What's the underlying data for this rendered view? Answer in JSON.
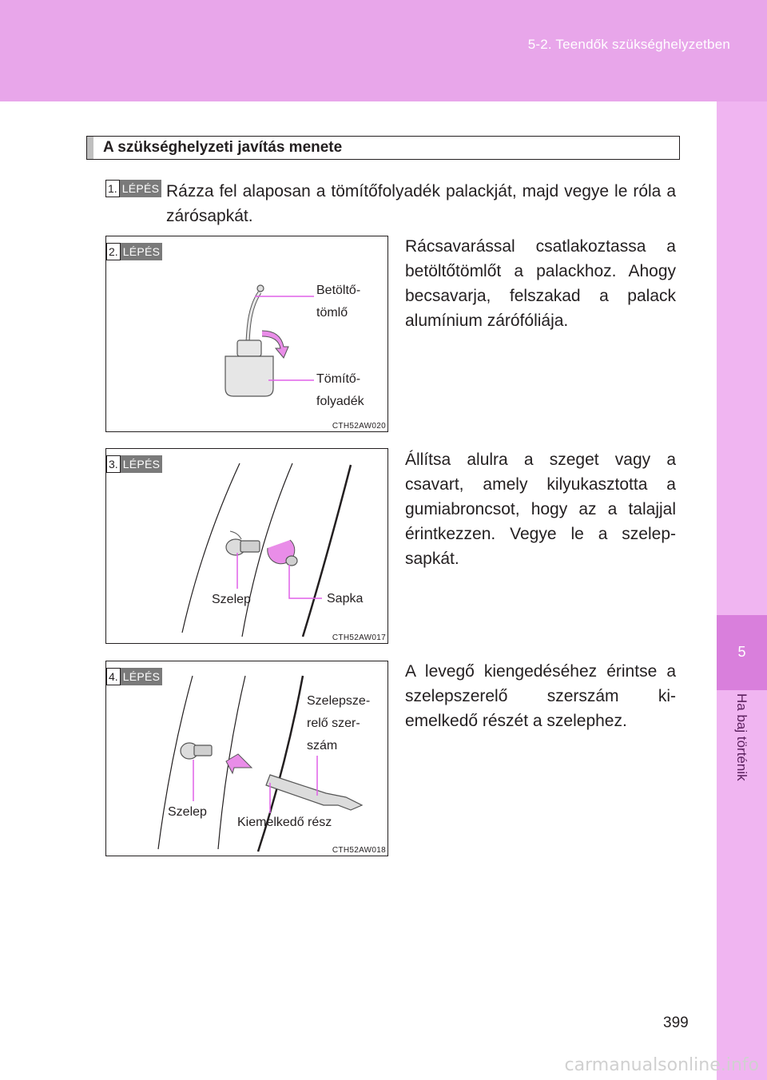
{
  "header": {
    "title": "5-2. Teendők szükséghelyzetben"
  },
  "side_tab": {
    "number": "5",
    "label": "Ha baj történik"
  },
  "page_number": "399",
  "section": {
    "title": "A szükséghelyzeti javítás menete"
  },
  "step_word": "LÉPÉS",
  "steps": [
    {
      "num": "1.",
      "text": "Rázza fel alaposan a tömítőfolyadék palackját, majd vegye le róla a zárósapkát."
    },
    {
      "num": "2.",
      "text": "Rácsavarással csatlakoztassa a betöltőtömlőt a palackhoz. Ahogy becsavarja, felszakad a palack alumínium zárófóliája.",
      "figure": {
        "label_hose": [
          "Betöltő-",
          "tömlő"
        ],
        "label_fluid": [
          "Tömítő-",
          "folyadék"
        ],
        "code": "CTH52AW020"
      }
    },
    {
      "num": "3.",
      "text": "Állítsa alulra a szeget vagy a csavart, amely kilyukasztotta a gumiabroncsot, hogy az a talajjal érintkezzen. Vegye le a szelep-sapkát.",
      "figure": {
        "label_valve": "Szelep",
        "label_cap": "Sapka",
        "code": "CTH52AW017"
      }
    },
    {
      "num": "4.",
      "text": "A levegő kiengedéséhez érintse a szelepszerelő szerszám ki-emelkedő részét a szelephez.",
      "figure": {
        "label_tool": [
          "Szelepsze-",
          "relő szer-",
          "szám"
        ],
        "label_valve": "Szelep",
        "label_lift": "Kiemelkedő rész",
        "code": "CTH52AW018"
      }
    }
  ],
  "footer_mark": "carmanualsonline.info",
  "colors": {
    "header": "#e8a6ea",
    "tab_light": "#f0b5f1",
    "tab_dark": "#d97fdc",
    "callout": "#e060e8"
  }
}
